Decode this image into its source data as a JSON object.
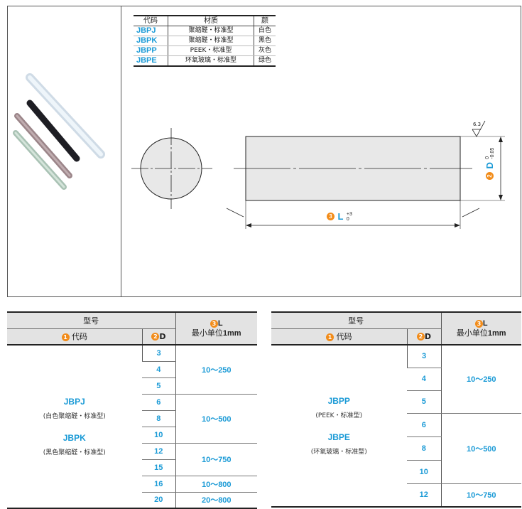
{
  "material_table": {
    "headers": [
      "代码",
      "材质",
      "颜"
    ],
    "rows": [
      {
        "code": "JBPJ",
        "material": "聚缩醛・标准型",
        "color": "白色"
      },
      {
        "code": "JBPK",
        "material": "聚缩醛・标准型",
        "color": "黑色"
      },
      {
        "code": "JBPP",
        "material": "PEEK・标准型",
        "color": "灰色"
      },
      {
        "code": "JBPE",
        "material": "环氧玻璃・标准型",
        "color": "绿色"
      }
    ]
  },
  "drawing": {
    "roughness": "6.3",
    "d_num": "2",
    "d_label": "D",
    "d_tol_upper": "0",
    "d_tol_lower": "-0.05",
    "l_num": "3",
    "l_label": "L",
    "l_tol_upper": "+3",
    "l_tol_lower": "0"
  },
  "spec_headers": {
    "model": "型号",
    "code_num": "1",
    "code": "代码",
    "d_num": "2",
    "d": "D",
    "l_num": "3",
    "l": "L",
    "l_unit_prefix": "最小单位",
    "l_unit_value": "1mm"
  },
  "spec_left": {
    "codes": [
      {
        "code": "JBPJ",
        "desc": "(白色聚缩醛・标准型)"
      },
      {
        "code": "JBPK",
        "desc": "(黑色聚缩醛・标准型)"
      }
    ],
    "d_values": [
      "3",
      "4",
      "5",
      "6",
      "8",
      "10",
      "12",
      "15",
      "16",
      "20"
    ],
    "l_ranges": [
      "10～250",
      "10～500",
      "10～750",
      "10～800",
      "20～800"
    ]
  },
  "spec_right": {
    "codes": [
      {
        "code": "JBPP",
        "desc": "(PEEK・标准型)"
      },
      {
        "code": "JBPE",
        "desc": "(环氧玻璃・标准型)"
      }
    ],
    "d_values": [
      "3",
      "4",
      "5",
      "6",
      "8",
      "10",
      "12"
    ],
    "l_ranges": [
      "10～250",
      "10～500",
      "10～750"
    ]
  },
  "colors": {
    "accent_blue": "#1a9ad6",
    "number_orange": "#f28c1a",
    "header_gray": "#e3e3e3"
  }
}
